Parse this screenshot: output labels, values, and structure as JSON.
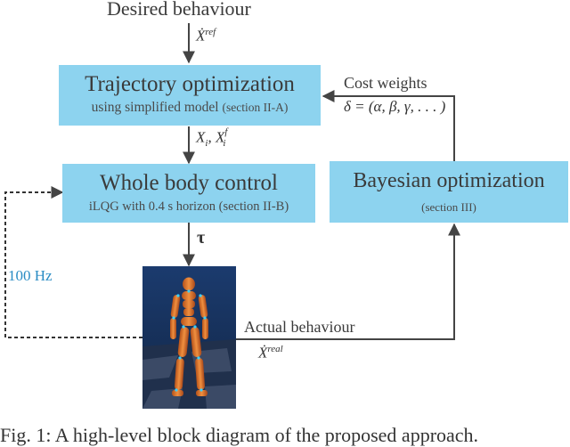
{
  "top_label": "Desired behaviour",
  "signals": {
    "x_ref": {
      "base": "Ẋ",
      "sup": "ref"
    },
    "x_i": {
      "base": "X",
      "sub": "i"
    },
    "x_f": {
      "base": "X",
      "sub": "i",
      "sup": "f"
    },
    "tau": "τ",
    "x_real": {
      "base": "Ẋ",
      "sup": "real"
    }
  },
  "trajectory": {
    "title": "Trajectory optimization",
    "subtitle": "using simplified model",
    "section": "(section II-A)"
  },
  "wbc": {
    "title": "Whole body control",
    "subtitle": "iLQG with 0.4 s horizon",
    "section": "(section II-B)"
  },
  "bayes": {
    "title": "Bayesian optimization",
    "section": "(section III)"
  },
  "cost_weights": {
    "label": "Cost weights",
    "formula": "δ = (α, β, γ, . . . )"
  },
  "feedback_rate": "100 Hz",
  "actual_behaviour": "Actual behaviour",
  "caption": "Fig. 1: A high-level block diagram of the proposed approach."
}
